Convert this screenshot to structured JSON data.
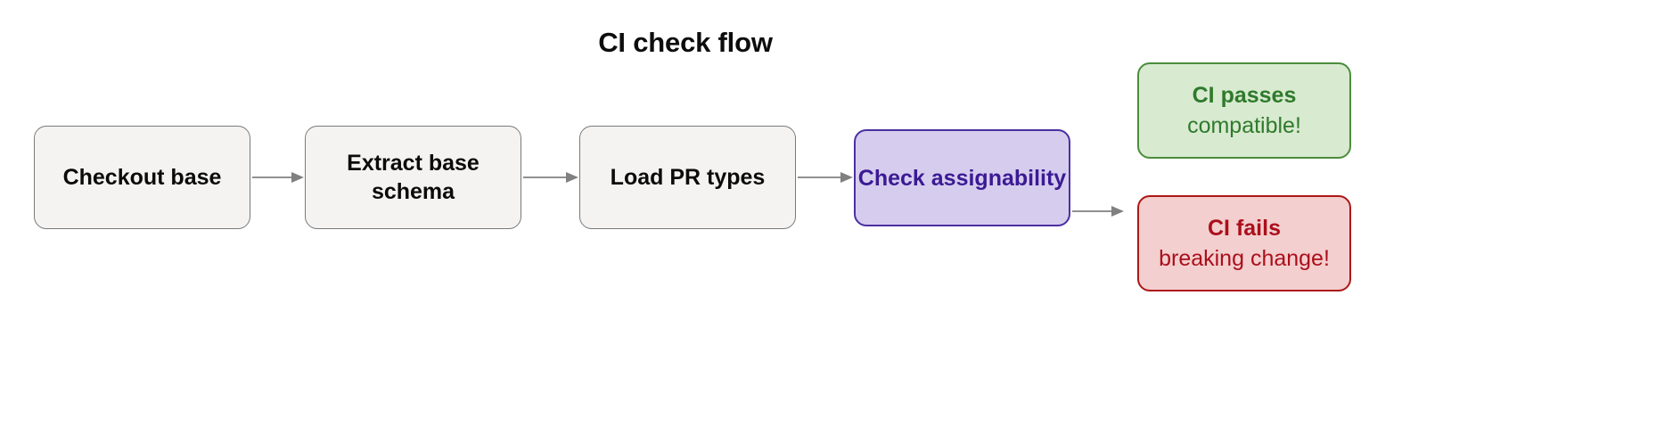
{
  "diagram": {
    "title": "CI check flow",
    "type": "flowchart",
    "orientation": "left-to-right",
    "nodes": [
      {
        "id": "checkout-base",
        "label": "Checkout base",
        "role": "step",
        "fill": "#f4f3f1",
        "border": "#7a7a7a",
        "text_color": "#0b0b0b"
      },
      {
        "id": "extract-base-schema",
        "label": "Extract base schema",
        "role": "step",
        "fill": "#f4f3f1",
        "border": "#7a7a7a",
        "text_color": "#0b0b0b"
      },
      {
        "id": "load-pr-types",
        "label": "Load PR types",
        "role": "step",
        "fill": "#f4f3f1",
        "border": "#7a7a7a",
        "text_color": "#0b0b0b"
      },
      {
        "id": "check-assignability",
        "label": "Check assignability",
        "role": "decision",
        "fill": "#d6cdee",
        "border": "#4b2fa0",
        "text_color": "#3b1a94"
      },
      {
        "id": "ci-passes",
        "label": "CI passes",
        "sublabel": "compatible!",
        "role": "outcome-success",
        "fill": "#d8ead0",
        "border": "#4c8c3c",
        "text_color": "#2f7a2c"
      },
      {
        "id": "ci-fails",
        "label": "CI fails",
        "sublabel": "breaking change!",
        "role": "outcome-failure",
        "fill": "#f3cfcf",
        "border": "#ad1717",
        "text_color": "#ab0f1b"
      }
    ],
    "edges": [
      {
        "from": "checkout-base",
        "to": "extract-base-schema",
        "label": ""
      },
      {
        "from": "extract-base-schema",
        "to": "load-pr-types",
        "label": ""
      },
      {
        "from": "load-pr-types",
        "to": "check-assignability",
        "label": ""
      },
      {
        "from": "check-assignability",
        "to": "ci-fails",
        "label": ""
      }
    ],
    "edge_color": "#808080"
  }
}
